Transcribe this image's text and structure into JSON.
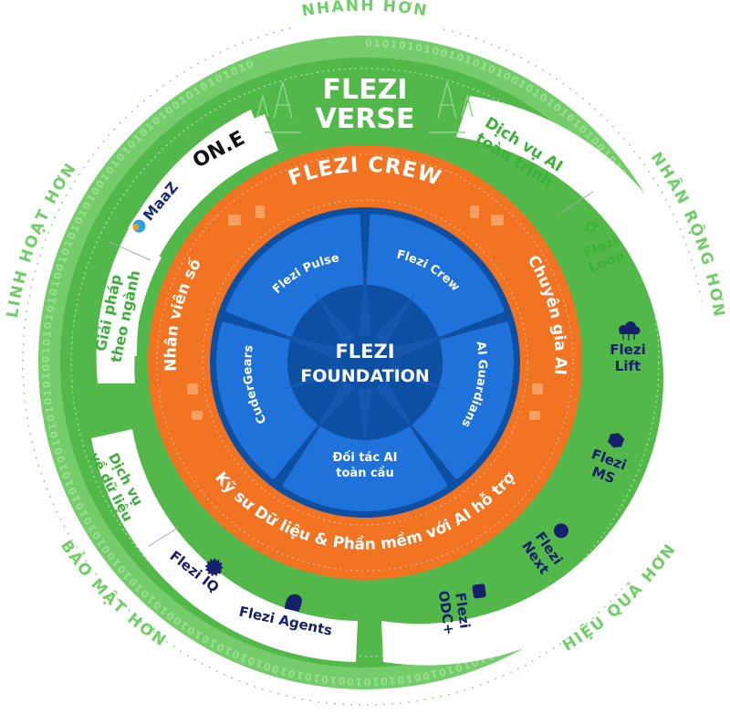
{
  "colors": {
    "green": "#52b84a",
    "green_light": "#74cc6a",
    "green_text": "#3db03a",
    "green_outer_text": "#6fcf66",
    "orange": "#f27321",
    "blue_dark": "#0d4fa3",
    "blue_mid": "#1f72d9",
    "navy": "#16206b",
    "white": "#ffffff"
  },
  "outer_labels": {
    "top": "NHANH HƠN",
    "right": "NHÂN RỘNG HƠN",
    "bottom_right": "HIỆU QUẢ HƠN",
    "bottom_left": "BẢO MẬT HƠN",
    "left": "LINH HOẠT HƠN"
  },
  "binary_pattern": "0101010100101010100101010101010010101010100101010101010010101010100101010101001010101010010101010101001010101010",
  "verse": {
    "title_line1": "FLEZI",
    "title_line2": "VERSE",
    "panels": {
      "top_left": {
        "items": [
          {
            "label": "ON.E",
            "icon": "one-logo"
          },
          {
            "label": "MaaZ",
            "icon": "maaz-logo"
          }
        ]
      },
      "left_heading": {
        "label_line1": "Giải pháp",
        "label_line2": "theo ngành"
      },
      "top_right_heading": {
        "label_line1": "Dịch vụ AI",
        "label_line2": "toàn trình"
      },
      "right_items": [
        {
          "label_line1": "Flezi",
          "label_line2": "Loop",
          "icon": "refresh-icon"
        },
        {
          "label_line1": "Flezi",
          "label_line2": "Lift",
          "icon": "cloud-network-icon"
        },
        {
          "label_line1": "Flezi",
          "label_line2": "MS",
          "icon": "cube-icon"
        },
        {
          "label_line1": "Flezi",
          "label_line2": "Next",
          "icon": "arrow-circle-icon"
        },
        {
          "label_line1": "Flezi",
          "label_line2": "ODC+",
          "icon": "sparkle-box-icon"
        }
      ],
      "bottom_left_heading": {
        "label_line1": "Dịch vụ",
        "label_line2": "về dữ liệu"
      },
      "bottom_left_items": [
        {
          "label": "Flezi IQ",
          "icon": "brain-gear-icon"
        },
        {
          "label": "Flezi Agents",
          "icon": "ai-head-icon"
        }
      ]
    }
  },
  "crew": {
    "title": "FLEZI CREW",
    "left": "Nhân viên số",
    "right": "Chuyên gia AI",
    "bottom": "Kỹ sư Dữ liệu & Phần mềm với AI hỗ trợ"
  },
  "foundation": {
    "title_line1": "FLEZI",
    "title_line2": "FOUNDATION",
    "segments": [
      {
        "label_line1": "Flezi Pulse",
        "label_line2": ""
      },
      {
        "label_line1": "Flezi Crew",
        "label_line2": ""
      },
      {
        "label_line1": "AI Guardians",
        "label_line2": ""
      },
      {
        "label_line1": "Đối tác AI",
        "label_line2": "toàn cầu"
      },
      {
        "label_line1": "CuderGears",
        "label_line2": ""
      }
    ]
  }
}
